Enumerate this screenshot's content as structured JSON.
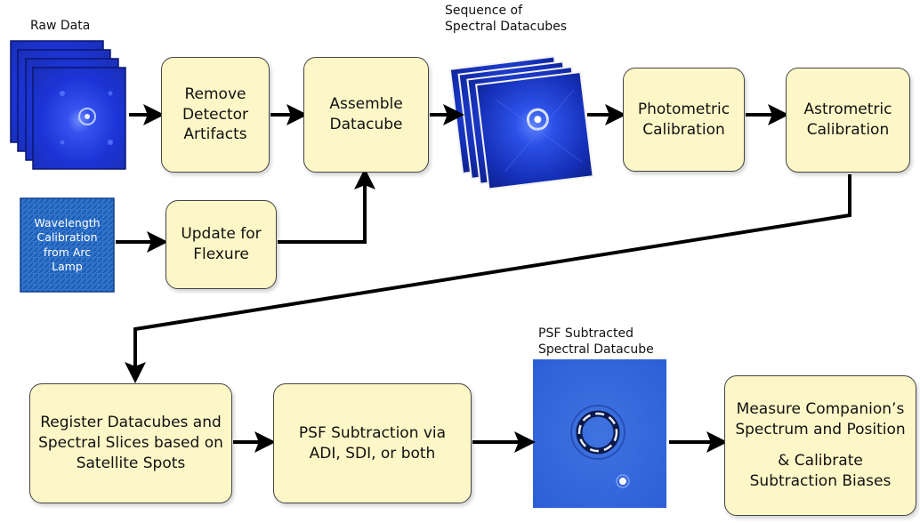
{
  "captions": {
    "raw_data": "Raw Data",
    "sequence": "Sequence of\nSpectral Datacubes",
    "psf_subtracted": "PSF Subtracted\nSpectral Datacube"
  },
  "arc_lamp_label": "Wavelength\nCalibration\nfrom Arc\nLamp",
  "boxes": {
    "remove_artifacts": "Remove\nDetector\nArtifacts",
    "assemble_datacube": "Assemble\nDatacube",
    "photometric": "Photometric\nCalibration",
    "astrometric": "Astrometric\nCalibration",
    "update_flexure": "Update for\nFlexure",
    "register": "Register Datacubes and\nSpectral Slices based on\nSatellite Spots",
    "psf_subtraction": "PSF Subtraction via\nADI, SDI, or both",
    "measure": "Measure Companion’s\nSpectrum and Position",
    "calibrate_biases": "& Calibrate\nSubtraction Biases"
  },
  "colors": {
    "box_fill": "#fdf7c8",
    "cube_blue": "#1f3cd8",
    "arrow": "#000000"
  }
}
